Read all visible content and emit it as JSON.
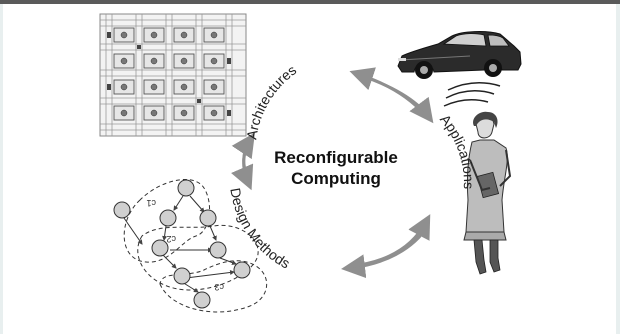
{
  "center": {
    "line1": "Reconfigurable",
    "line2": "Computing"
  },
  "labels": {
    "architectures": "Architectures",
    "applications": "Applications",
    "design_methods": "Design Methods"
  },
  "graph_labels": {
    "c1": "c1",
    "c2": "c2",
    "c3": "c3"
  },
  "colors": {
    "arrow": "#8f8f8f",
    "text": "#111111",
    "topbar": "#5a5a5a",
    "figure": "#bdbdbd"
  }
}
